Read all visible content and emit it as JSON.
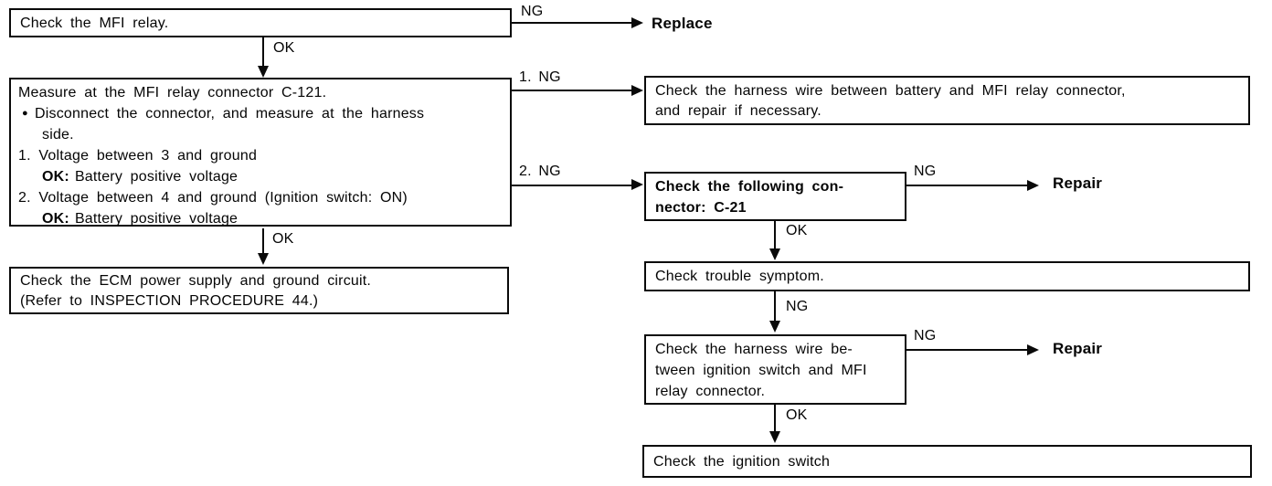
{
  "colors": {
    "ink": "#0a0a0a",
    "paper": "#ffffff"
  },
  "labels": {
    "ng": "NG",
    "ok": "OK",
    "ng1": "1. NG",
    "ng2": "2. NG",
    "replace": "Replace",
    "repair": "Repair"
  },
  "nodes": {
    "check_mfi_relay": {
      "text": "Check the MFI relay."
    },
    "measure_connector": {
      "title": "Measure at the MFI relay connector C-121.",
      "bullet_char": "●",
      "bullet_line1": "Disconnect the connector, and measure at the harness",
      "bullet_line2": "side.",
      "item1": "1. Voltage between 3 and ground",
      "item1_ok_prefix": "OK:",
      "item1_ok_text": "Battery positive voltage",
      "item2": "2. Voltage between 4 and ground (Ignition switch: ON)",
      "item2_ok_prefix": "OK:",
      "item2_ok_text": "Battery positive voltage"
    },
    "ecm_power": {
      "line1": "Check the ECM power supply and ground circuit.",
      "line2": "(Refer to INSPECTION PROCEDURE 44.)"
    },
    "harness_battery": {
      "line1": "Check the harness wire between battery and MFI relay connector,",
      "line2": "and repair if necessary."
    },
    "connector_c21": {
      "line1": "Check the following con-",
      "line2": "nector: C-21"
    },
    "trouble_symptom": {
      "text": "Check trouble symptom."
    },
    "harness_ignition": {
      "line1": "Check the harness wire be-",
      "line2": "tween ignition switch and MFI",
      "line3": "relay connector."
    },
    "ignition_switch": {
      "text": "Check the ignition switch"
    }
  }
}
